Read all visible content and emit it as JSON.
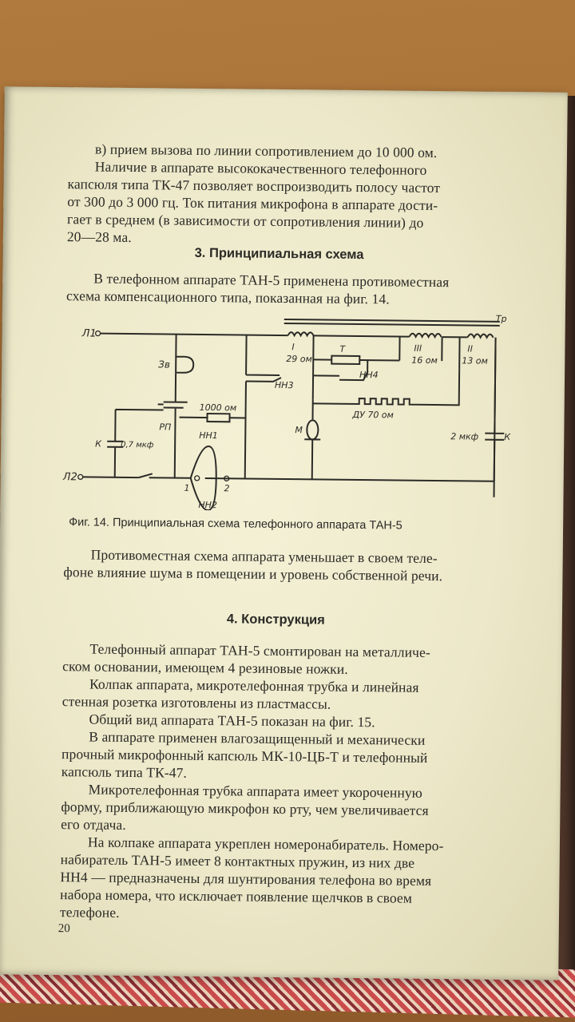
{
  "top_paragraphs": [
    "в) прием вызова по линии сопротивлением до 10 000 ом.",
    "Наличие в аппарате высококачественного телефонного",
    "капсюля типа ТК-47 позволяет воспроизводить полосу частот",
    "от 300 до 3 000 гц. Ток питания микрофона в аппарате дости-",
    "гает в среднем (в зависимости от сопротивления линии) до",
    "20—28 ма."
  ],
  "section3_title": "3. Принципиальная схема",
  "section3_text": [
    "В телефонном аппарате ТАН-5 применена противоместная",
    "схема компенсационного типа, показанная на фиг. 14."
  ],
  "schematic": {
    "labels": {
      "l1": "Л1",
      "l2": "Л2",
      "zv": "Зв",
      "k": "К",
      "cap": "0,7 мкф",
      "rp": "РП",
      "r1000": "1000 ом",
      "nn1": "НН1",
      "nn2": "НН2",
      "p1": "1",
      "p2": "2",
      "nn3": "НН3",
      "coil1": "I",
      "r29": "29 ом",
      "t": "Т",
      "nn4": "НН4",
      "coil3": "III",
      "r16": "16 ом",
      "coil2": "II",
      "r13": "13 ом",
      "tr": "Тр",
      "m": "М",
      "du": "ДУ 70 ом",
      "cap2": "2 мкф",
      "k2": "К"
    }
  },
  "figure_caption": "Фиг. 14. Принципиальная схема телефонного аппарата ТАН-5",
  "middle_text": [
    "Противоместная схема аппарата уменьшает в своем теле-",
    "фоне влияние шума в помещении и уровень собственной речи."
  ],
  "section4_title": "4. Конструкция",
  "section4_text": [
    "Телефонный аппарат ТАН-5 смонтирован на металличе-",
    "ском основании, имеющем 4 резиновые ножки.",
    "Колпак аппарата, микротелефонная трубка и линейная",
    "стенная розетка изготовлены из пластмассы.",
    "Общий вид аппарата ТАН-5 показан на фиг. 15.",
    "В аппарате применен влагозащищенный и механически",
    "прочный микрофонный капсюль МК-10-ЦБ-Т и телефонный",
    "капсюль типа ТК-47.",
    "Микротелефонная трубка аппарата имеет укороченную",
    "форму, приближающую микрофон ко рту, чем увеличивается",
    "его отдача.",
    "На колпаке аппарата укреплен номеронабиратель. Номеро-",
    "набиратель ТАН-5 имеет 8 контактных пружин, из них две",
    "НН4 — предназначены для шунтирования телефона во время",
    "набора номера, что исключает появление щелчков в своем",
    "телефоне."
  ],
  "page_number": "20"
}
